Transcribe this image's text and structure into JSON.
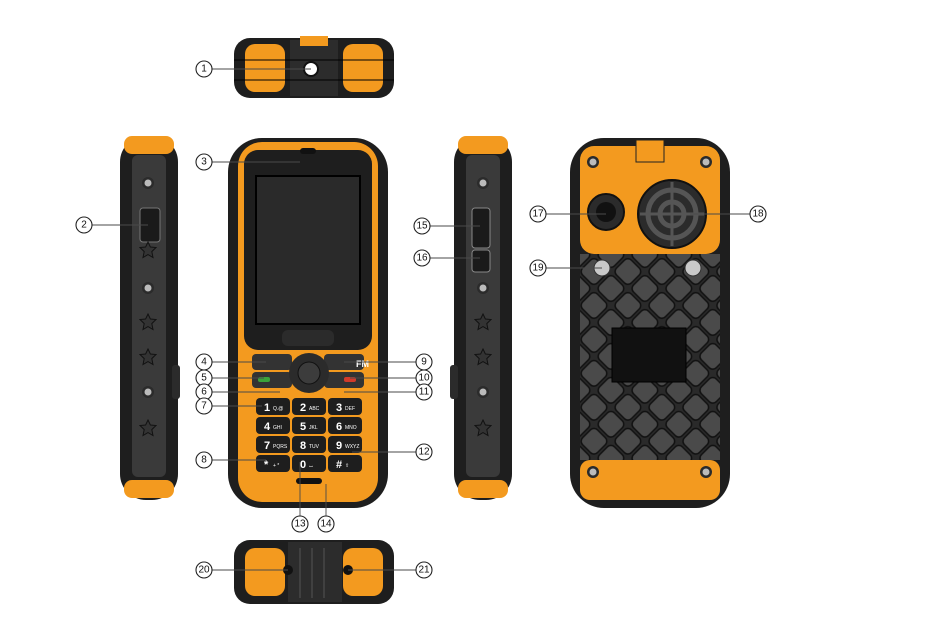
{
  "callouts": [
    "1",
    "2",
    "3",
    "4",
    "5",
    "6",
    "7",
    "8",
    "9",
    "10",
    "11",
    "12",
    "13",
    "14",
    "15",
    "16",
    "17",
    "18",
    "19",
    "20",
    "21"
  ],
  "keypad": {
    "keys": [
      {
        "digit": "1",
        "letters": "Q.@"
      },
      {
        "digit": "2",
        "letters": "ABC"
      },
      {
        "digit": "3",
        "letters": "DEF"
      },
      {
        "digit": "4",
        "letters": "GHI"
      },
      {
        "digit": "5",
        "letters": "JKL"
      },
      {
        "digit": "6",
        "letters": "MNO"
      },
      {
        "digit": "7",
        "letters": "PQRS"
      },
      {
        "digit": "8",
        "letters": "TUV"
      },
      {
        "digit": "9",
        "letters": "WXYZ"
      },
      {
        "digit": "*",
        "letters": "+ *"
      },
      {
        "digit": "0",
        "letters": "⌴"
      },
      {
        "digit": "#",
        "letters": "⇧"
      }
    ],
    "fm_label": "FM"
  },
  "colors": {
    "orange": "#f39a1f",
    "dark": "#1e1e1e",
    "mid": "#3a3a3a",
    "screen": "#2a2a2a",
    "green": "#3aa23a",
    "red": "#d23a2a"
  }
}
